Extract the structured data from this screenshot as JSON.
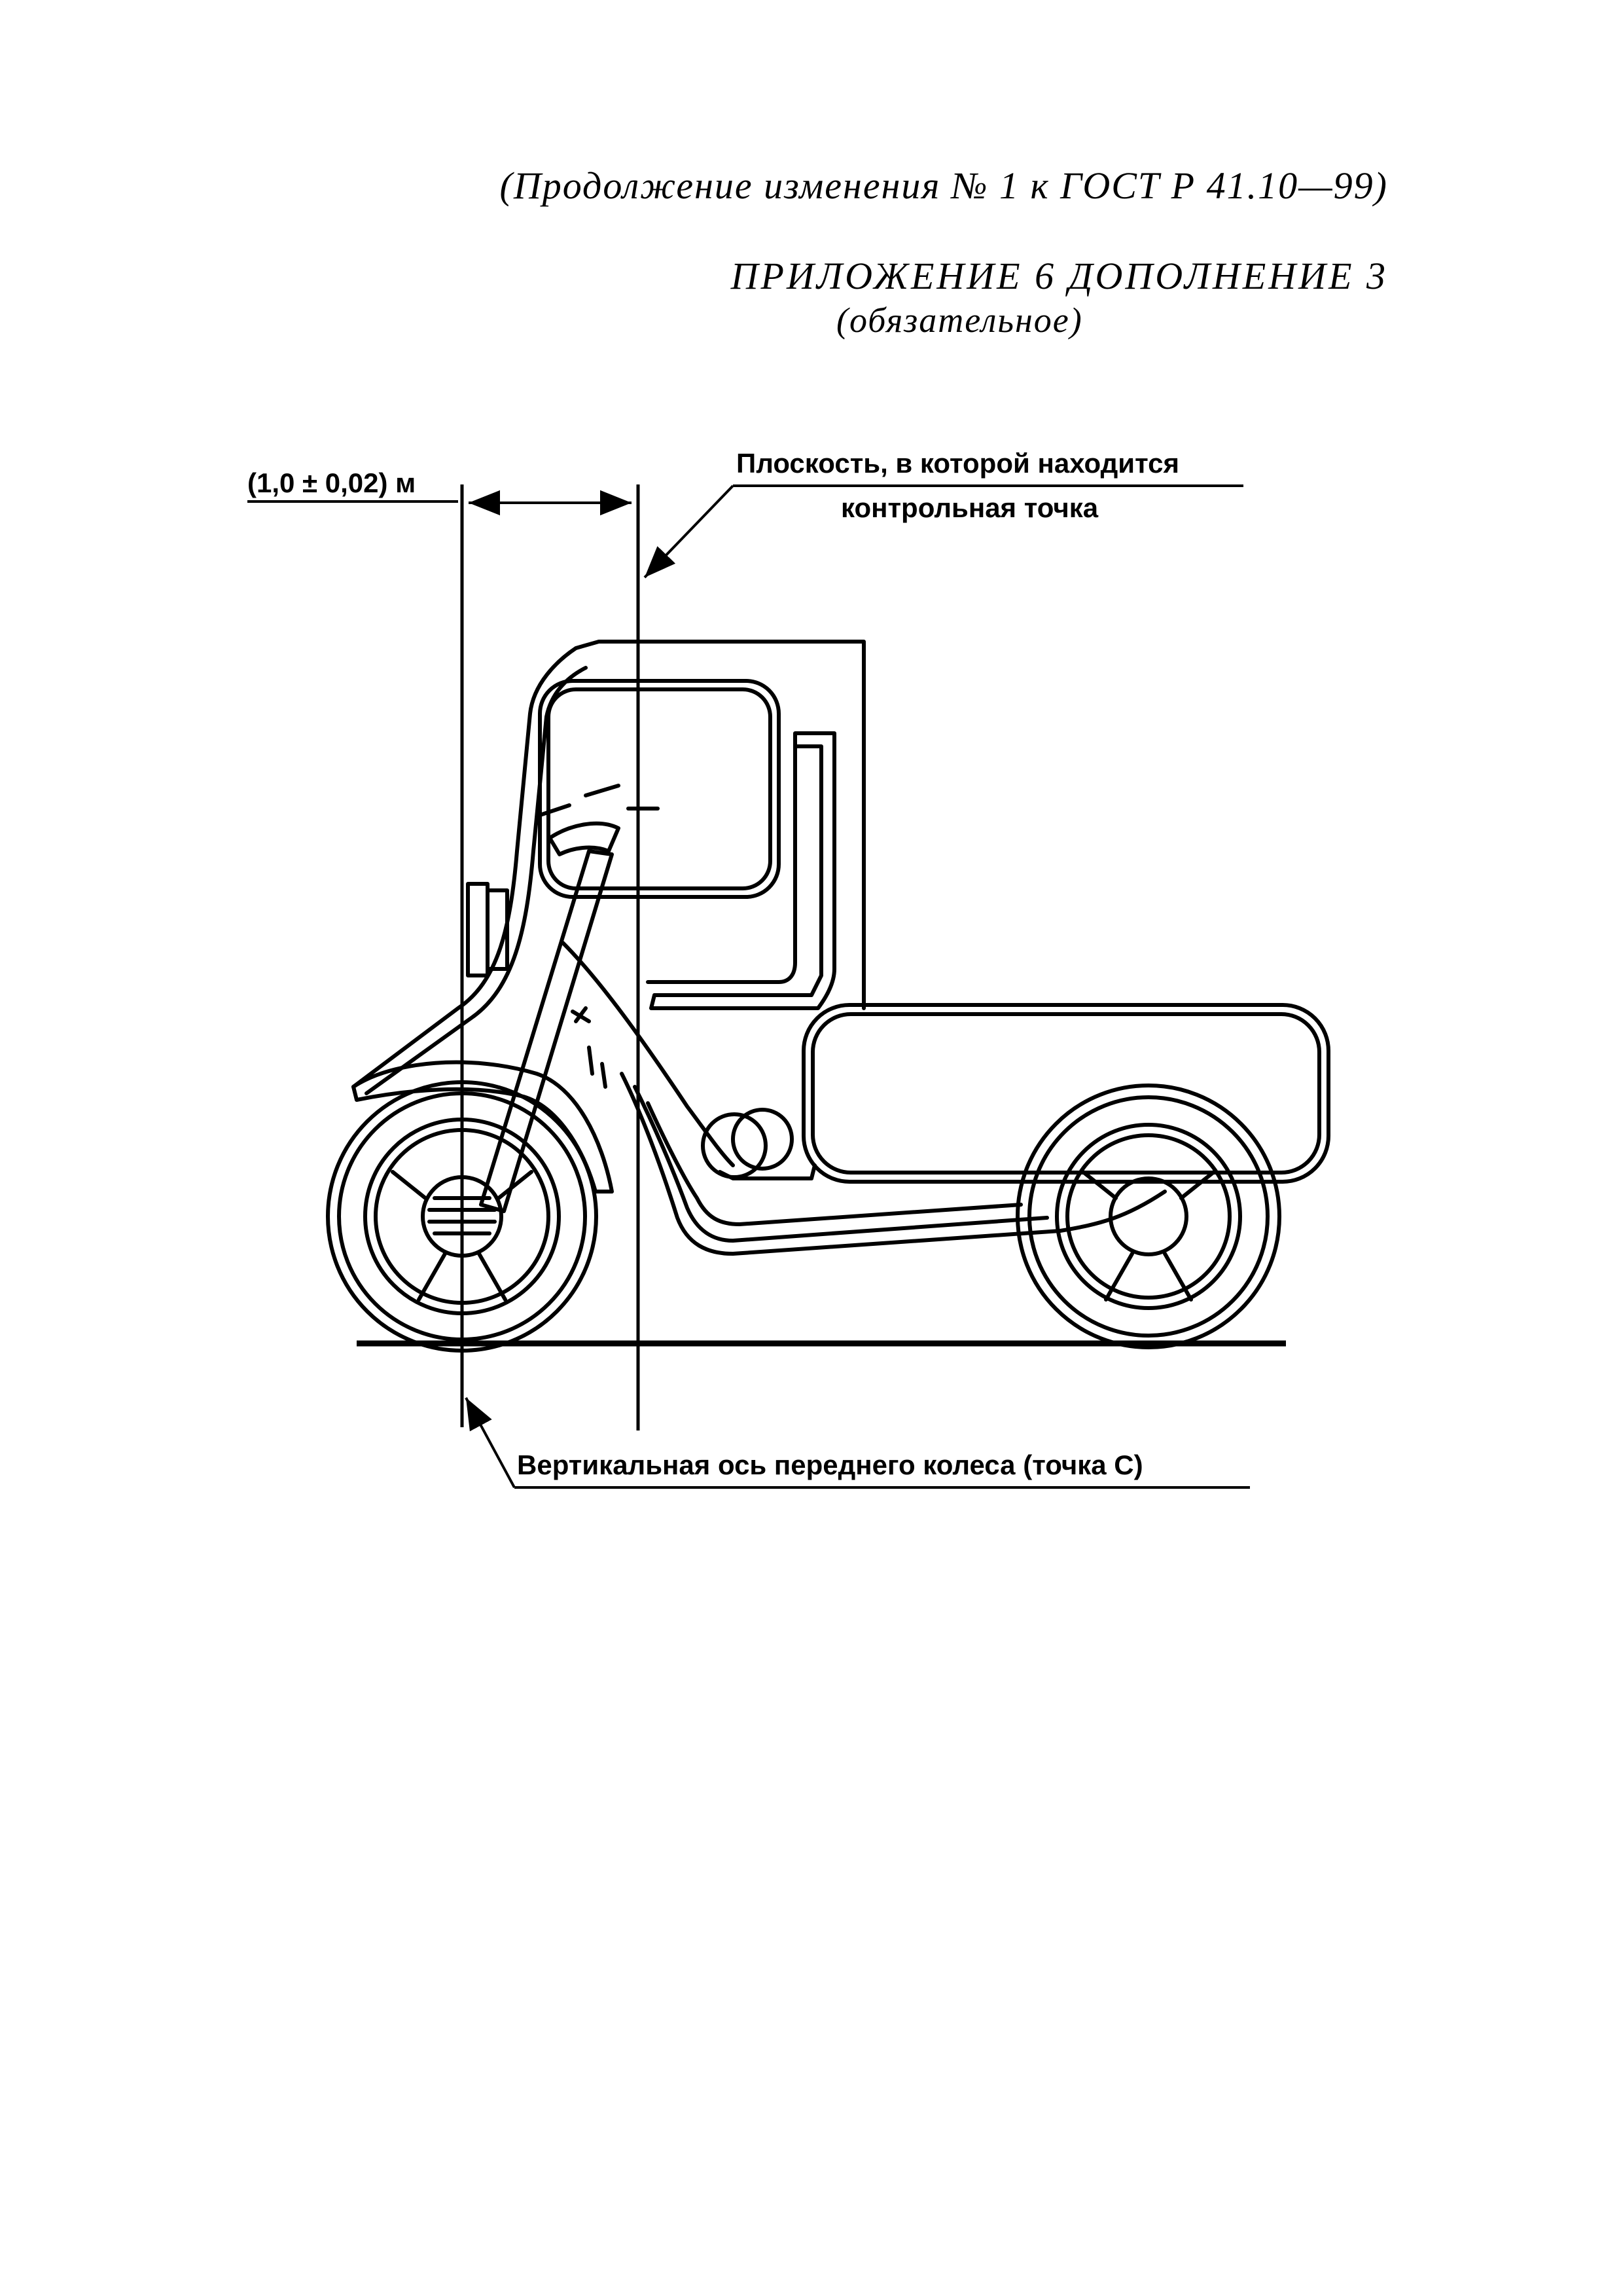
{
  "header": {
    "continuation": "(Продолжение изменения № 1 к  ГОСТ Р  41.10—99)",
    "appendix_title": "ПРИЛОЖЕНИЕ 6  ДОПОЛНЕНИЕ 3",
    "appendix_status": "(обязательное)"
  },
  "figure": {
    "dimension_label": "(1,0 ± 0,02) м",
    "plane_label_line1": "Плоскость, в которой находится",
    "plane_label_line2": "контрольная точка",
    "axis_label": "Вертикальная ось переднего колеса (точка С)"
  }
}
